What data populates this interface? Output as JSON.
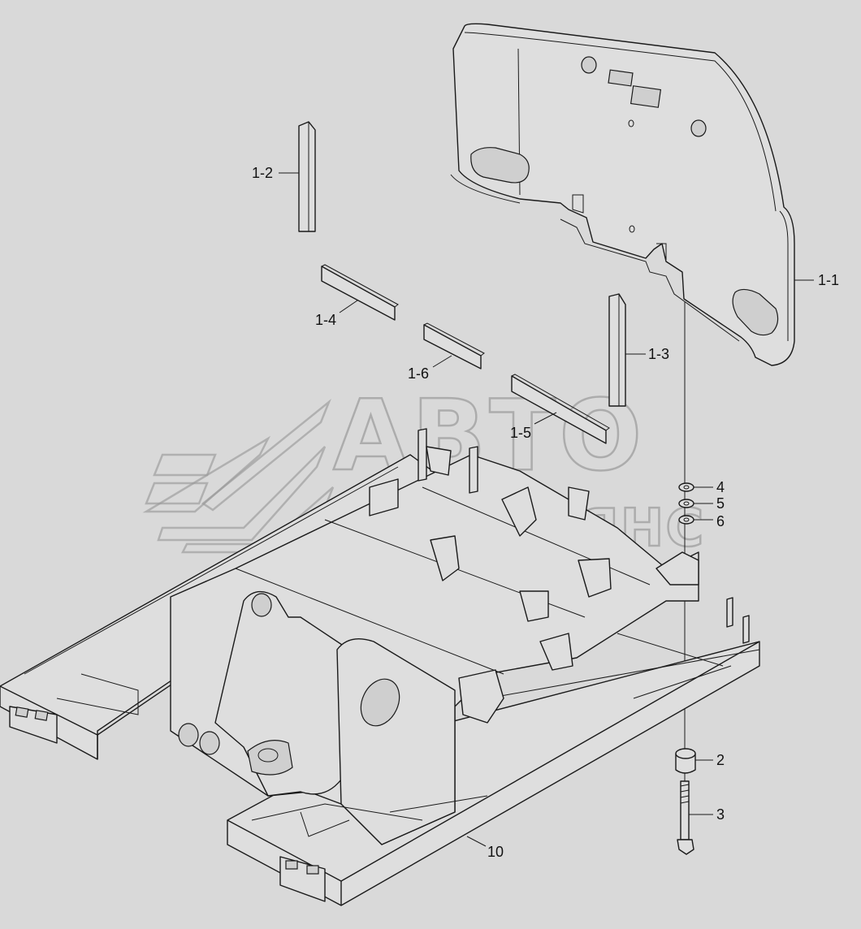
{
  "watermark": {
    "line1": "АВТО",
    "line2": "АЛЬЯНС"
  },
  "callouts": [
    {
      "id": "1-1",
      "label": "1-1"
    },
    {
      "id": "1-2",
      "label": "1-2"
    },
    {
      "id": "1-3",
      "label": "1-3"
    },
    {
      "id": "1-4",
      "label": "1-4"
    },
    {
      "id": "1-5",
      "label": "1-5"
    },
    {
      "id": "1-6",
      "label": "1-6"
    },
    {
      "id": "2",
      "label": "2"
    },
    {
      "id": "3",
      "label": "3"
    },
    {
      "id": "4",
      "label": "4"
    },
    {
      "id": "5",
      "label": "5"
    },
    {
      "id": "6",
      "label": "6"
    },
    {
      "id": "10",
      "label": "10"
    }
  ],
  "colors": {
    "background": "#d9d9d9",
    "line": "#1a1a1a",
    "watermark": "#9a9a9a"
  }
}
